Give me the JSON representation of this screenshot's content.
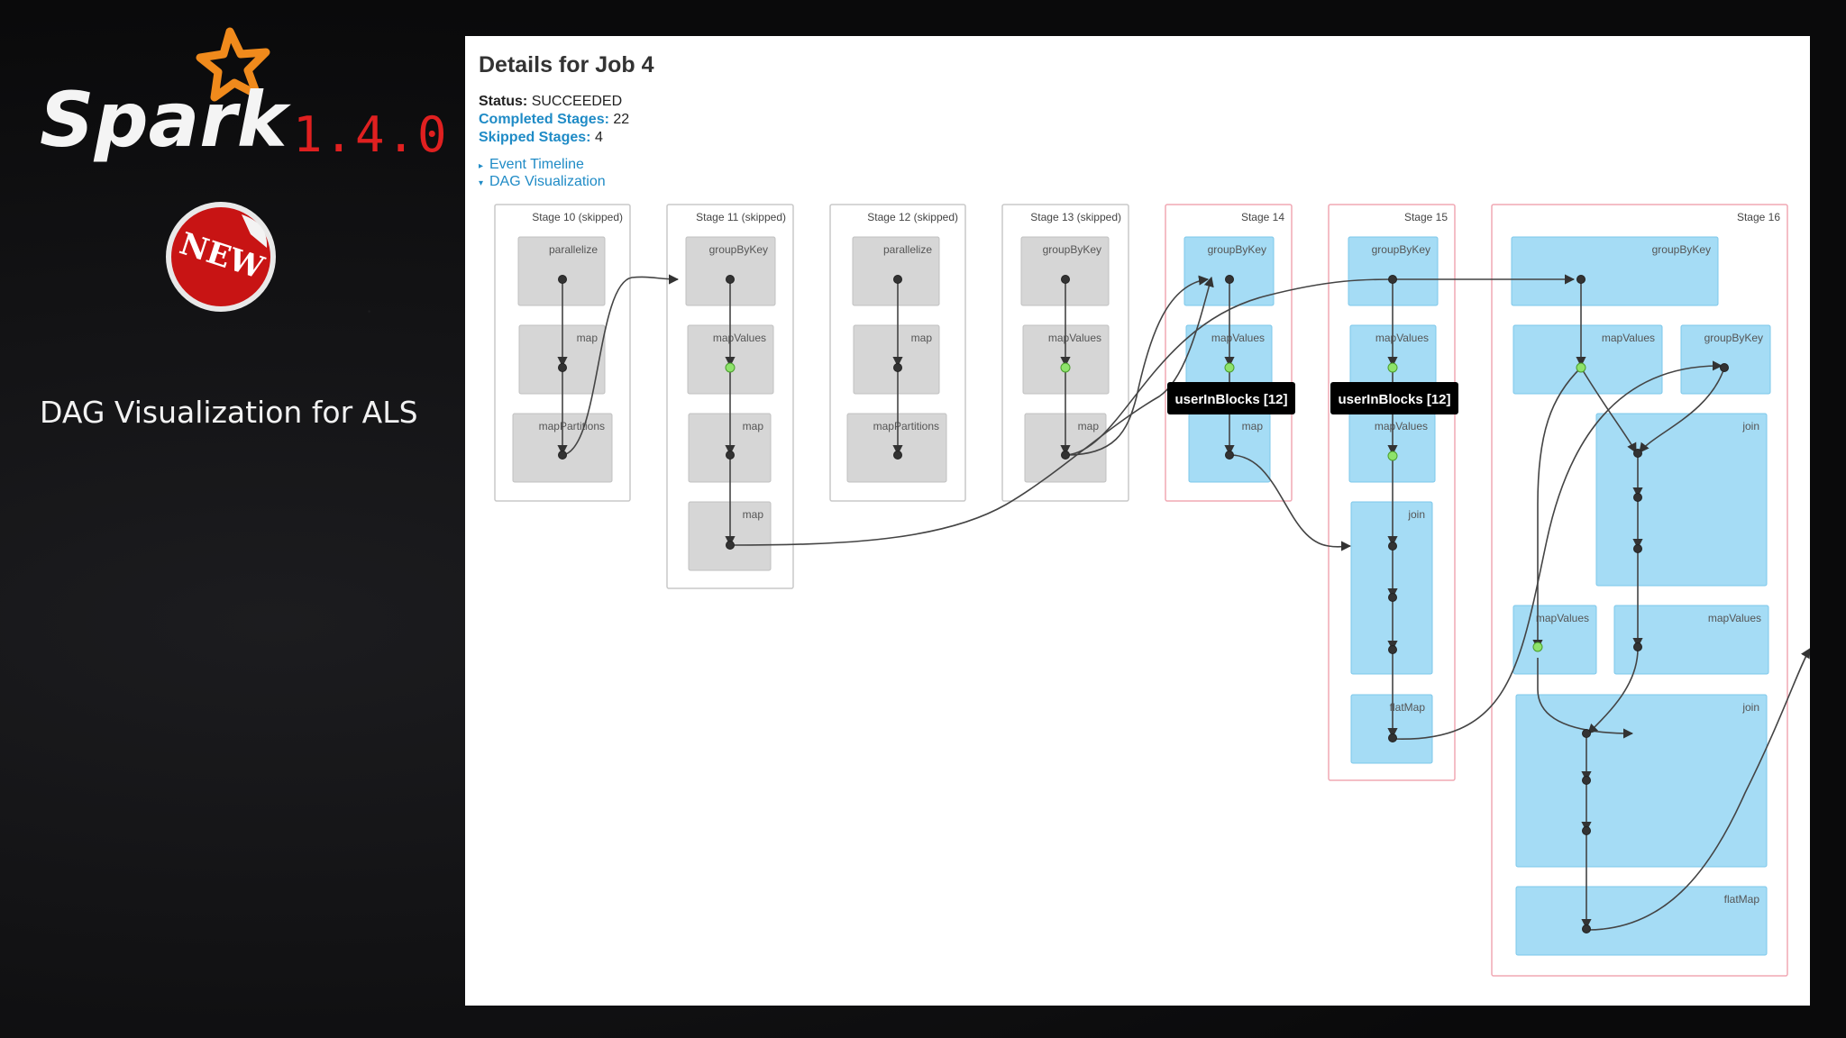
{
  "slide": {
    "logo_text": "Spark",
    "version": "1.4.0",
    "badge": "NEW",
    "subtitle": "DAG Visualization for ALS"
  },
  "job": {
    "title": "Details for Job 4",
    "status_key": "Status:",
    "status_value": "SUCCEEDED",
    "completed_key": "Completed Stages:",
    "completed_value": "22",
    "skipped_key": "Skipped Stages:",
    "skipped_value": "4",
    "event_timeline": "Event Timeline",
    "dag_visualization": "DAG Visualization"
  },
  "stages": [
    {
      "id": "stage-10",
      "label": "Stage 10 (skipped)",
      "skipped": true,
      "ops": [
        "parallelize",
        "map",
        "mapPartitions"
      ]
    },
    {
      "id": "stage-11",
      "label": "Stage 11 (skipped)",
      "skipped": true,
      "ops": [
        "groupByKey",
        "mapValues",
        "map",
        "map"
      ]
    },
    {
      "id": "stage-12",
      "label": "Stage 12 (skipped)",
      "skipped": true,
      "ops": [
        "parallelize",
        "map",
        "mapPartitions"
      ]
    },
    {
      "id": "stage-13",
      "label": "Stage 13 (skipped)",
      "skipped": true,
      "ops": [
        "groupByKey",
        "mapValues",
        "map"
      ]
    },
    {
      "id": "stage-14",
      "label": "Stage 14",
      "skipped": false,
      "ops": [
        "groupByKey",
        "mapValues",
        "map"
      ]
    },
    {
      "id": "stage-15",
      "label": "Stage 15",
      "skipped": false,
      "ops": [
        "groupByKey",
        "mapValues",
        "mapValues",
        "join",
        "flatMap"
      ]
    },
    {
      "id": "stage-16",
      "label": "Stage 16",
      "skipped": false,
      "ops": [
        "groupByKey",
        "mapValues",
        "groupByKey",
        "join",
        "mapValues",
        "mapValues",
        "join",
        "flatMap"
      ]
    }
  ],
  "tooltips": [
    "userInBlocks [12]",
    "userInBlocks [12]"
  ],
  "colors": {
    "skipped_fill": "#d6d6d6",
    "active_fill": "#a5dcf5",
    "active_border": "#f0a8b4",
    "node": "#333333",
    "cached_node": "#8ee36b",
    "link": "#1f8bc6",
    "version": "#e02020"
  }
}
